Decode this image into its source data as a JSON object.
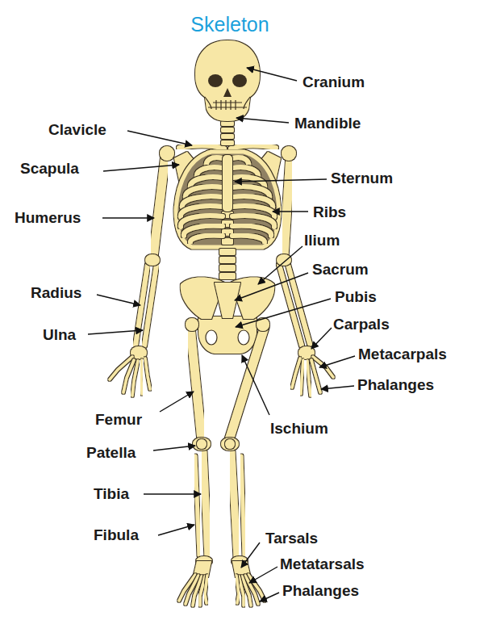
{
  "diagram": {
    "title": "Skeleton",
    "labels": [
      "Cranium",
      "Mandible",
      "Clavicle",
      "Scapula",
      "Sternum",
      "Ribs",
      "Humerus",
      "Ilium",
      "Sacrum",
      "Radius",
      "Pubis",
      "Carpals",
      "Ulna",
      "Metacarpals",
      "Phalanges",
      "Femur",
      "Ischium",
      "Patella",
      "Tibia",
      "Fibula",
      "Tarsals",
      "Metatarsals",
      "Phalanges"
    ]
  }
}
